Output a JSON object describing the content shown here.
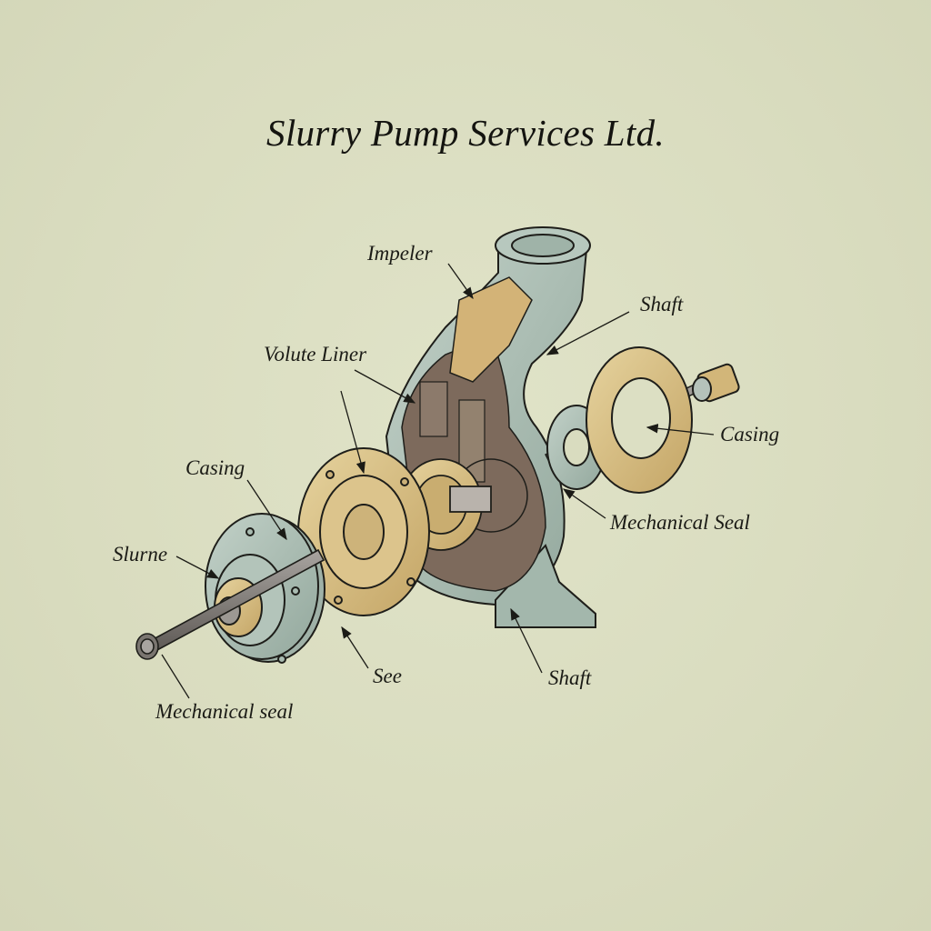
{
  "title": "Slurry Pump Services Ltd.",
  "colors": {
    "background": "#dcdfc3",
    "casing_gray_green": "#a9bcb2",
    "brass": "#d7be82",
    "interior_brown": "#7d6a5c",
    "ink": "#1b1b16"
  },
  "labels": [
    {
      "id": "impeler",
      "text": "Impeler"
    },
    {
      "id": "shaft-top",
      "text": "Shaft"
    },
    {
      "id": "volute-liner",
      "text": "Volute Liner"
    },
    {
      "id": "casing-right",
      "text": "Casing"
    },
    {
      "id": "casing-left",
      "text": "Casing"
    },
    {
      "id": "mechanical-seal-right",
      "text": "Mechanical Seal"
    },
    {
      "id": "slurne",
      "text": "Slurne"
    },
    {
      "id": "sec",
      "text": "See"
    },
    {
      "id": "shaft-bottom",
      "text": "Shaft"
    },
    {
      "id": "mechanical-seal-left",
      "text": "Mechanical seal"
    }
  ]
}
